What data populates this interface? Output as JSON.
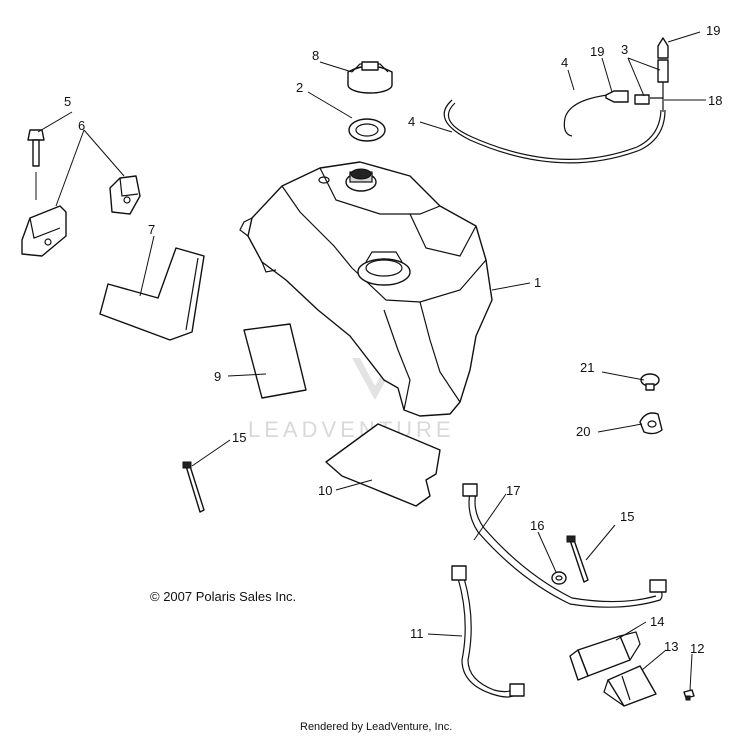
{
  "watermark": "LEADVENTURE",
  "copyright": "© 2007 Polaris Sales Inc.",
  "footer": "Rendered by LeadVenture, Inc.",
  "callouts": [
    "1",
    "2",
    "3",
    "4",
    "4",
    "5",
    "6",
    "7",
    "8",
    "9",
    "10",
    "11",
    "12",
    "13",
    "14",
    "15",
    "15",
    "16",
    "17",
    "18",
    "19",
    "19",
    "20",
    "21"
  ],
  "parts": [
    "fuel-tank",
    "fuel-cap",
    "cap-gasket",
    "vent-tee",
    "vent-hose",
    "vent-hose",
    "bolt",
    "mounting-bracket",
    "mounting-bracket",
    "pad",
    "filler-cap-top",
    "foam-pad",
    "heat-shield",
    "fuel-line",
    "screw",
    "filter-clamp",
    "fuel-filter",
    "cable-tie",
    "cable-tie",
    "clip",
    "fuel-line-assembly",
    "vent-tube",
    "check-valve",
    "check-valve",
    "push-clip",
    "rivet"
  ]
}
